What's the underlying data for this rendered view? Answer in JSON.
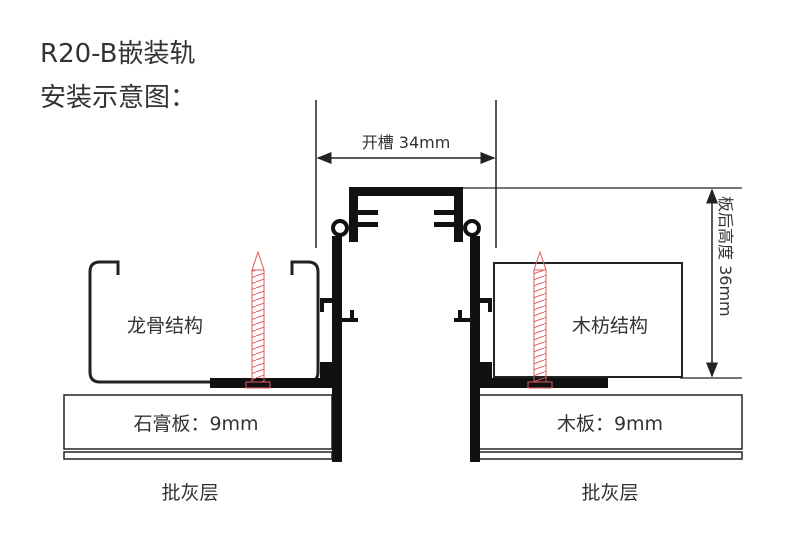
{
  "title": {
    "line1": "R20-B嵌装轨",
    "line2": "安装示意图："
  },
  "dimensions": {
    "slot_width": "开槽 34mm",
    "board_back_height": "板后高度 36mm"
  },
  "left": {
    "structure": "龙骨结构",
    "board": "石膏板：9mm",
    "coating": "批灰层"
  },
  "right": {
    "structure": "木枋结构",
    "board": "木板：9mm",
    "coating": "批灰层"
  },
  "colors": {
    "profile": "#111111",
    "screw": "#e05a5a",
    "line": "#222222"
  }
}
